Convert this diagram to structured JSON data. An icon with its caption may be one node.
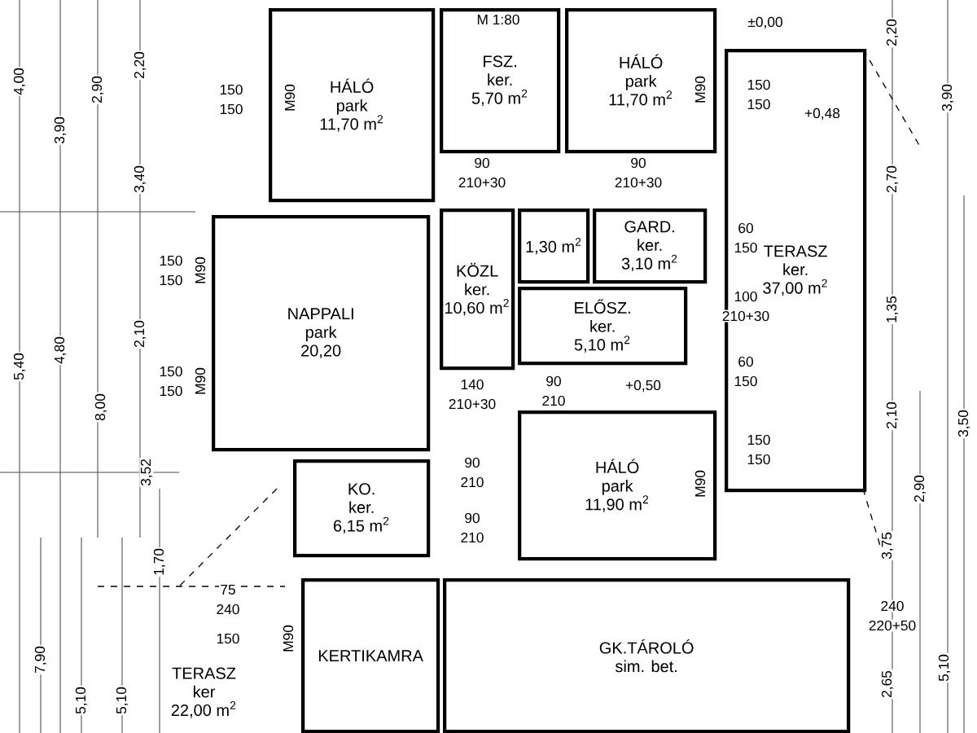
{
  "diagram": {
    "nodes": [
      {
        "text": [
          "HÁLÓ",
          "park",
          "11,70 m$^{2}$"
        ]
      },
      {
        "text": [
          "FSZ.",
          "ker.",
          "5,70 m$^{2}$"
        ]
      },
      {
        "text": [
          "HÁLÓ",
          "park",
          "11,70 m$^{2}$"
        ]
      },
      {
        "text": [
          "KÖZL",
          "ker.",
          "10,60 m$^{2}$"
        ]
      },
      {
        "text": [
          "1,30 m$^{2}$"
        ]
      },
      {
        "text": [
          "GARD.",
          "ker.",
          "3,10 m$^{2}$"
        ]
      },
      {
        "text": [
          "TERASZ",
          "ker.",
          "37,00 m$^{2}$"
        ]
      },
      {
        "text": [
          "NAPPALI",
          "park",
          "20,20"
        ]
      },
      {
        "text": [
          "ELŐSZ.",
          "ker.",
          "5,10 m$^{2}$"
        ]
      },
      {
        "text": [
          "KO.",
          "ker.",
          "6,15 m$^{2}$"
        ]
      },
      {
        "text": [
          "HÁLÓ",
          "park",
          "11,90 m$^{2}$"
        ]
      },
      {
        "text": [
          "TERASZ",
          "ker",
          "22,00 m$^{2}$"
        ]
      },
      {
        "text": [
          "KERTIKAMRA"
        ]
      },
      {
        "text": [
          "GK.TÁROLÓ",
          "sim. bet."
        ]
      }
    ],
    "labels": [
      "M 1:80",
      "±0,00",
      "+0,48",
      "+0,50",
      "150",
      "150",
      "M90",
      "150",
      "150",
      "M90",
      "90",
      "210+30",
      "90",
      "210+30",
      "150",
      "150",
      "M90",
      "60",
      "150",
      "100",
      "210+30",
      "60",
      "150",
      "140",
      "210+30",
      "90",
      "210",
      "90",
      "210",
      "90",
      "210",
      "M90",
      "150",
      "150",
      "150",
      "150",
      "M90",
      "75",
      "240",
      "150",
      "M90",
      "240",
      "220+50",
      "4,00",
      "3,90",
      "2,90",
      "2,20",
      "3,40",
      "5,40",
      "4,80",
      "2,10",
      "8,00",
      "3,52",
      "1,70",
      "7,90",
      "5,10",
      "5,10",
      "2,20",
      "3,90",
      "2,70",
      "1,35",
      "2,10",
      "2,90",
      "3,50",
      "3,75",
      "2,65",
      "5,10"
    ]
  }
}
